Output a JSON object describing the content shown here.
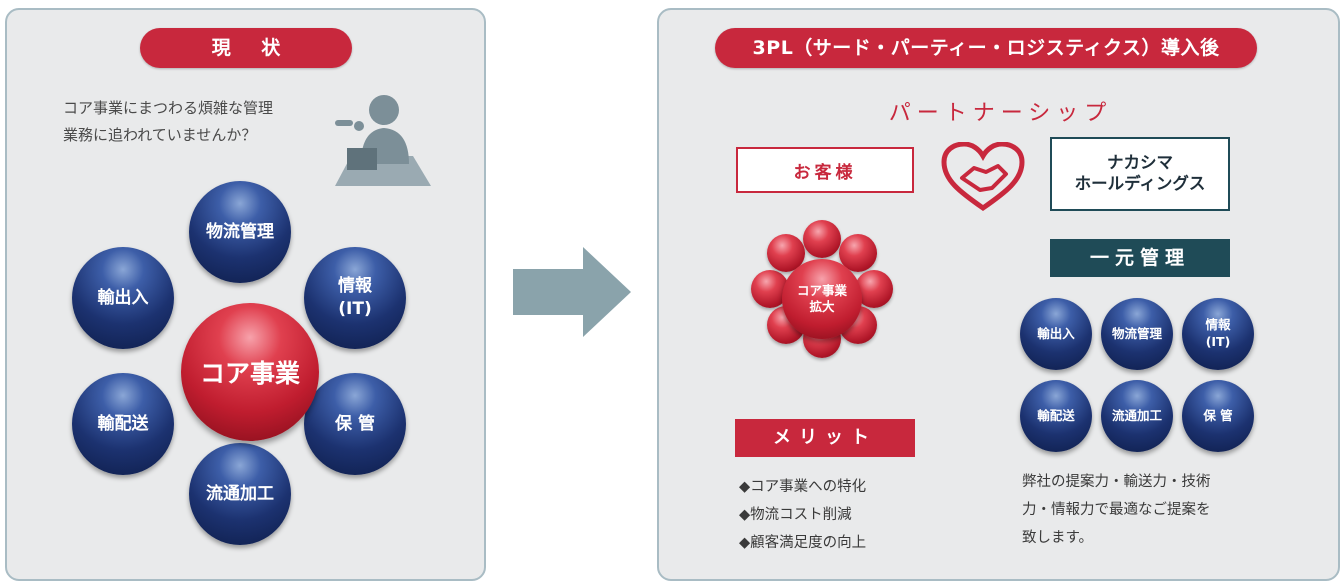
{
  "left": {
    "title": "現 状",
    "question_line1": "コア事業にまつわる煩雑な管理",
    "question_line2": "業務に追われていませんか？",
    "core": "コア事業",
    "satellites": [
      "物流管理",
      "情報\n(IT)",
      "保 管",
      "流通加工",
      "輸配送",
      "輸出入"
    ]
  },
  "right": {
    "title": "3PL（サード・パーティー・ロジスティクス）導入後",
    "partnership": "パートナーシップ",
    "customer": "お客様",
    "company_line1": "ナカシマ",
    "company_line2": "ホールディングス",
    "core_expand": "コア事業\n拡大",
    "unified": "一元管理",
    "services": [
      "輸出入",
      "物流管理",
      "情報\n(IT)",
      "輸配送",
      "流通加工",
      "保 管"
    ],
    "merit_title": "メリット",
    "merits": [
      "◆コア事業への特化",
      "◆物流コスト削減",
      "◆顧客満足度の向上"
    ],
    "proposal_line1": "弊社の提案力・輸送力・技術",
    "proposal_line2": "力・情報力で最適なご提案を",
    "proposal_line3": "致します。"
  },
  "colors": {
    "accent": "#c8283d",
    "navy": "#1f4b57",
    "sphere": "#1c3270",
    "arrow": "#8aa3ab"
  }
}
